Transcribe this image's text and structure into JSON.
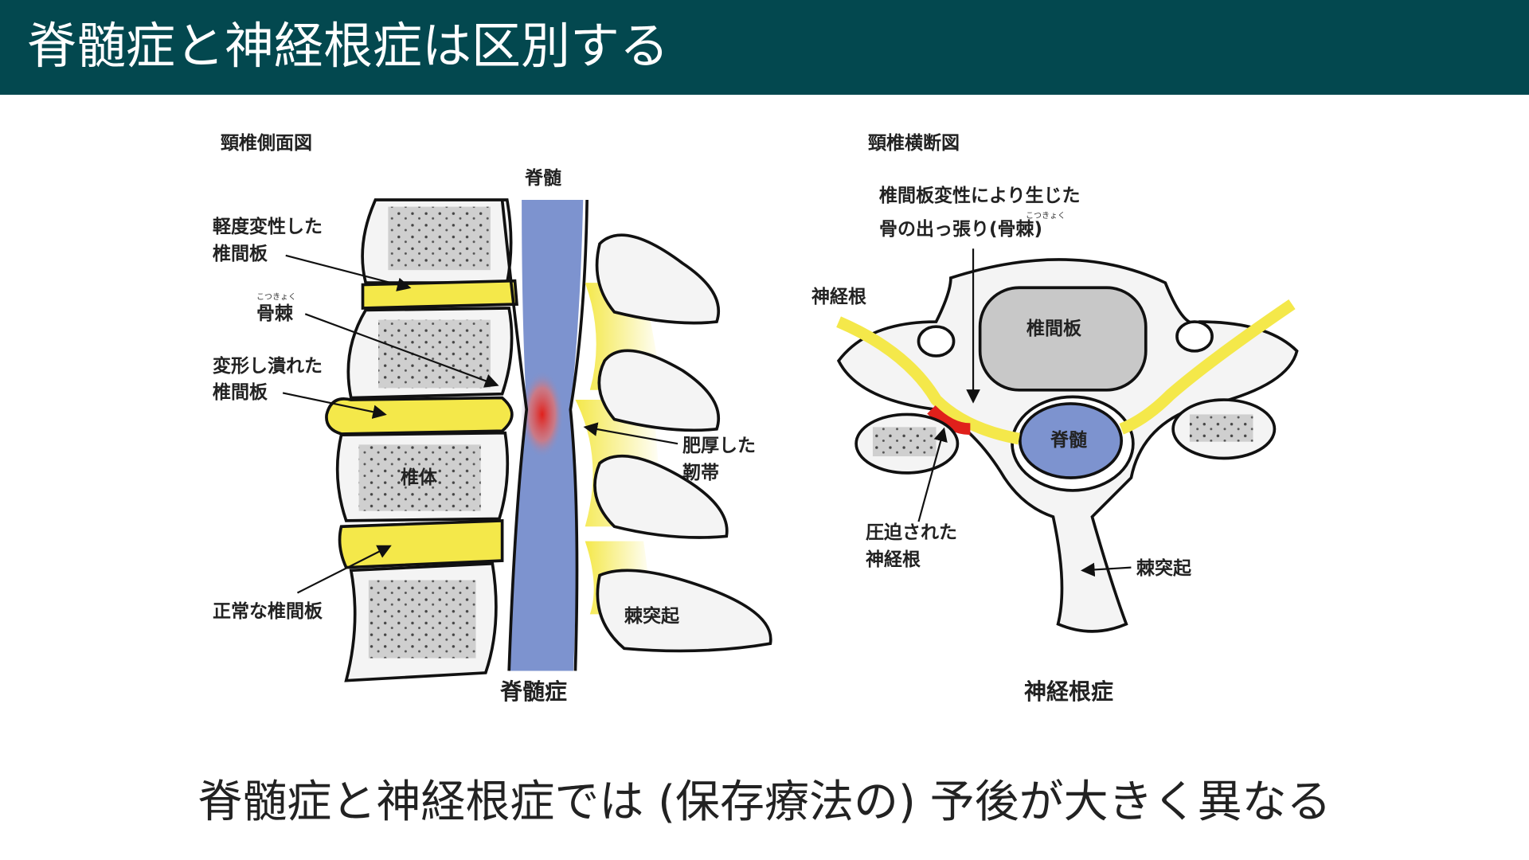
{
  "header": {
    "title": "脊髄症と神経根症は区別する",
    "background": "#03484f"
  },
  "left_figure": {
    "heading": "頸椎側面図",
    "spinal_cord_label": "脊髄",
    "mild_disc_line1": "軽度変性した",
    "mild_disc_line2": "椎間板",
    "osteophyte_reading": "こつきょく",
    "osteophyte": "骨棘",
    "crushed_disc_line1": "変形し潰れた",
    "crushed_disc_line2": "椎間板",
    "vertebral_body": "椎体",
    "ligament_line1": "肥厚した",
    "ligament_line2": "靭帯",
    "normal_disc": "正常な椎間板",
    "spinous_process": "棘突起",
    "caption": "脊髄症"
  },
  "right_figure": {
    "heading": "頸椎横断図",
    "osteophyte_line1": "椎間板変性により生じた",
    "osteophyte_line2": "骨の出っ張り(骨棘)",
    "osteophyte_reading": "こつきょく",
    "nerve_root": "神経根",
    "disc": "椎間板",
    "spinal_cord": "脊髄",
    "compressed_line1": "圧迫された",
    "compressed_line2": "神経根",
    "spinous_process": "棘突起",
    "caption": "神経根症"
  },
  "footer": {
    "caption": "脊髄症と神経根症では (保存療法の) 予後が大きく異なる"
  },
  "colors": {
    "disc": "#f4e84a",
    "cord": "#7d93cf",
    "bone": "#f4f4f4",
    "compression": "#e0201b"
  }
}
